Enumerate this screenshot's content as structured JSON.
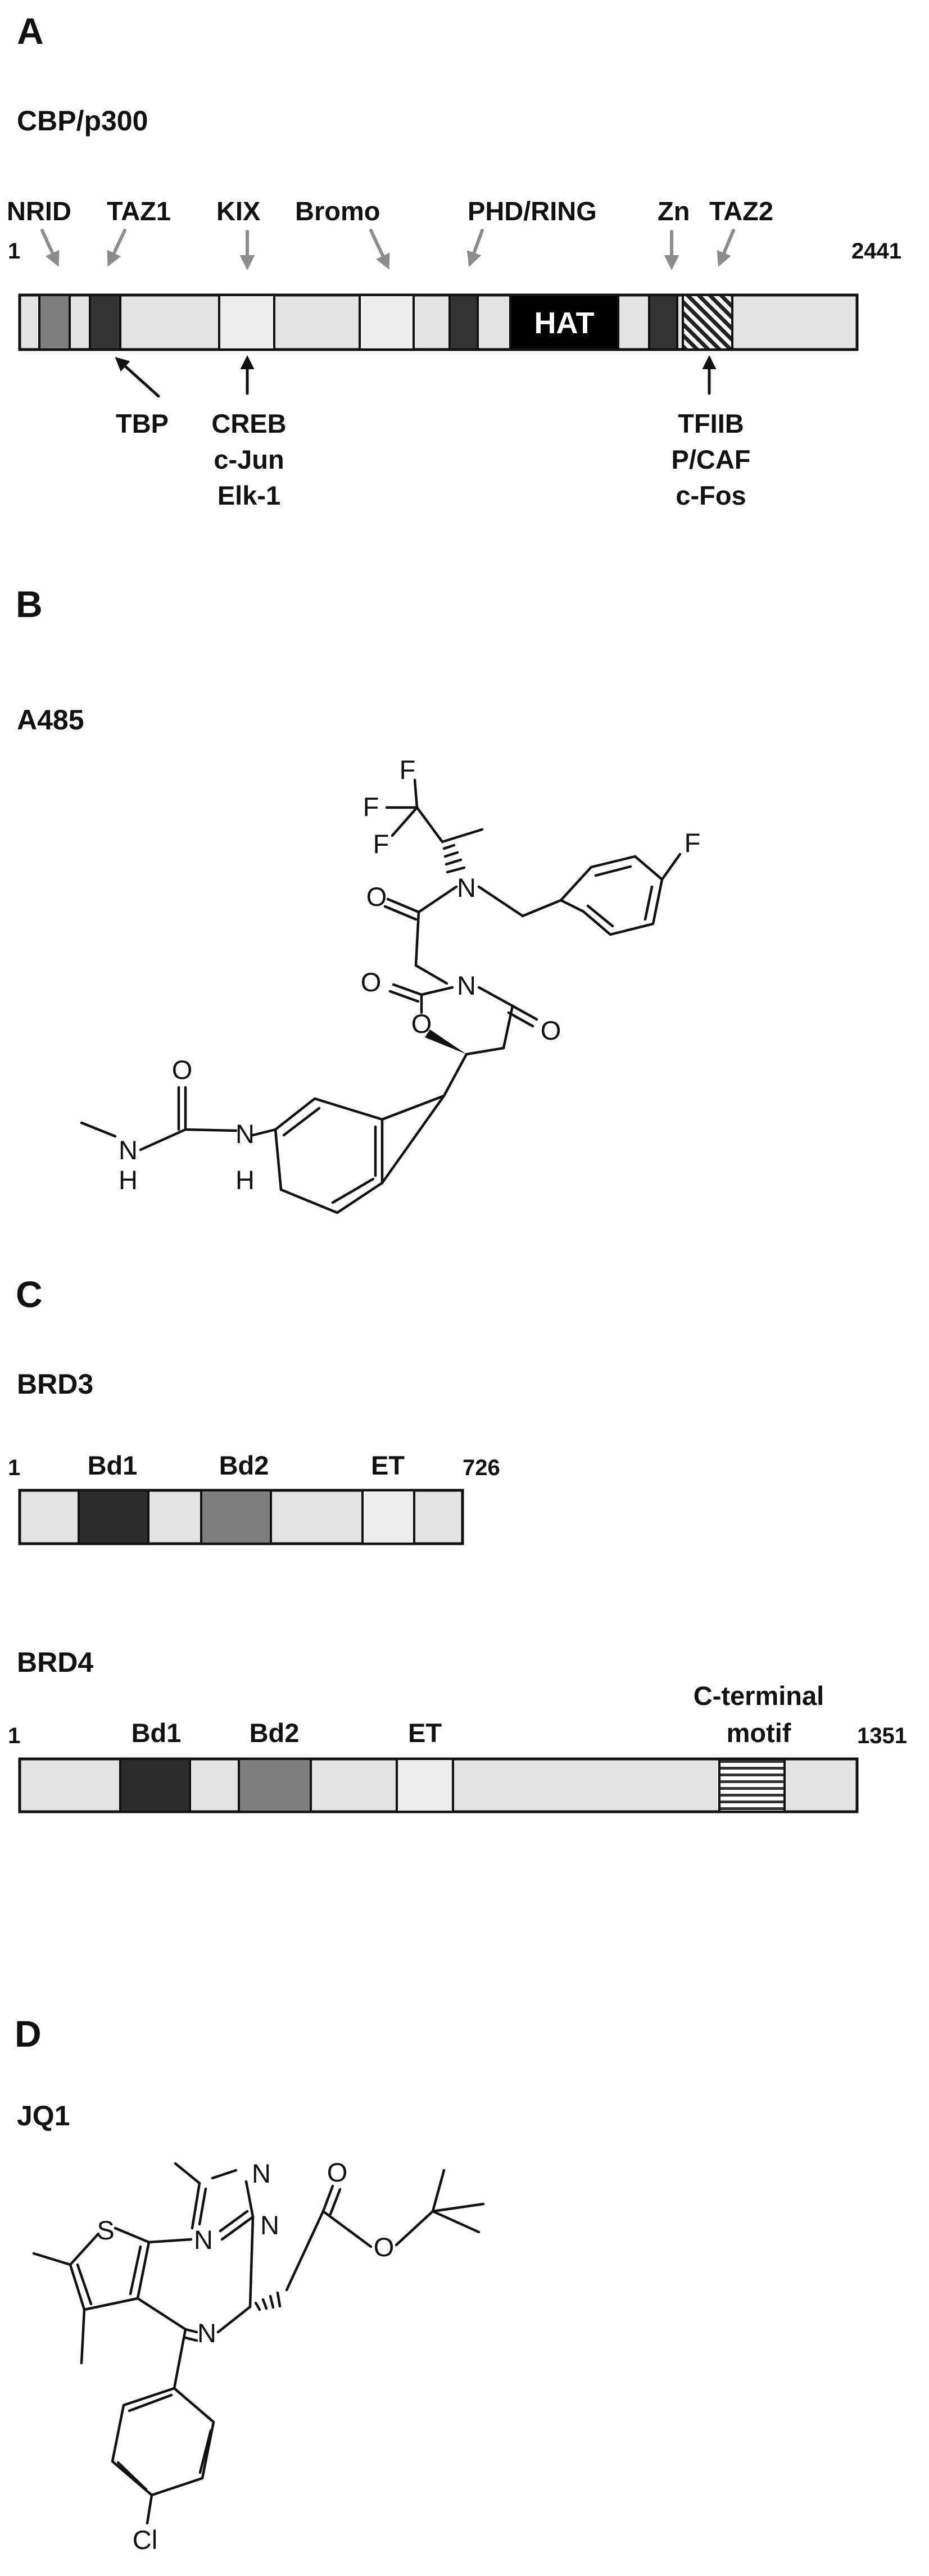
{
  "panels": {
    "a": {
      "letter": "A",
      "title": "CBP/p300",
      "start": "1",
      "end": "2441",
      "domain_labels": [
        "NRID",
        "TAZ1",
        "KIX",
        "Bromo",
        "PHD/RING",
        "Zn",
        "TAZ2"
      ],
      "hat": "HAT",
      "partners": {
        "taz1": [
          "TBP"
        ],
        "kix": [
          "CREB",
          "c-Jun",
          "Elk-1"
        ],
        "taz2": [
          "TFIIB",
          "P/CAF",
          "c-Fos"
        ]
      }
    },
    "b": {
      "letter": "B",
      "title": "A485"
    },
    "c": {
      "letter": "C",
      "brd3": {
        "title": "BRD3",
        "start": "1",
        "end": "726",
        "labels": [
          "Bd1",
          "Bd2",
          "ET"
        ]
      },
      "brd4": {
        "title": "BRD4",
        "start": "1",
        "end": "1351",
        "labels": [
          "Bd1",
          "Bd2",
          "ET"
        ],
        "cterm": [
          "C-terminal",
          "motif"
        ]
      }
    },
    "d": {
      "letter": "D",
      "title": "JQ1"
    }
  },
  "atoms": {
    "a485": {
      "f1": "F",
      "f2": "F",
      "f3": "F",
      "f4": "F",
      "n_amide": "N",
      "n_oxaz": "N",
      "o_amide": "O",
      "o_ring": "O",
      "o_carb": "O",
      "o_imide": "O",
      "o_urea": "O",
      "n_urea1": "N",
      "h1": "H",
      "n_urea2": "N",
      "h2": "H"
    },
    "jq1": {
      "s": "S",
      "n1": "N",
      "n2": "N",
      "n3": "N",
      "n4": "N",
      "o1": "O",
      "o2": "O",
      "cl": "Cl"
    }
  },
  "colors": {
    "bar_fill": "#e3e3e3",
    "dark": "#333333",
    "mid_gray": "#7f7f7f",
    "light": "#ededed",
    "hat_fill": "#000000",
    "arrow_gray": "#8c8c8c"
  },
  "icons": {
    "arrow_gray": "down-arrow-gray",
    "arrow_black": "up-arrow-black"
  }
}
